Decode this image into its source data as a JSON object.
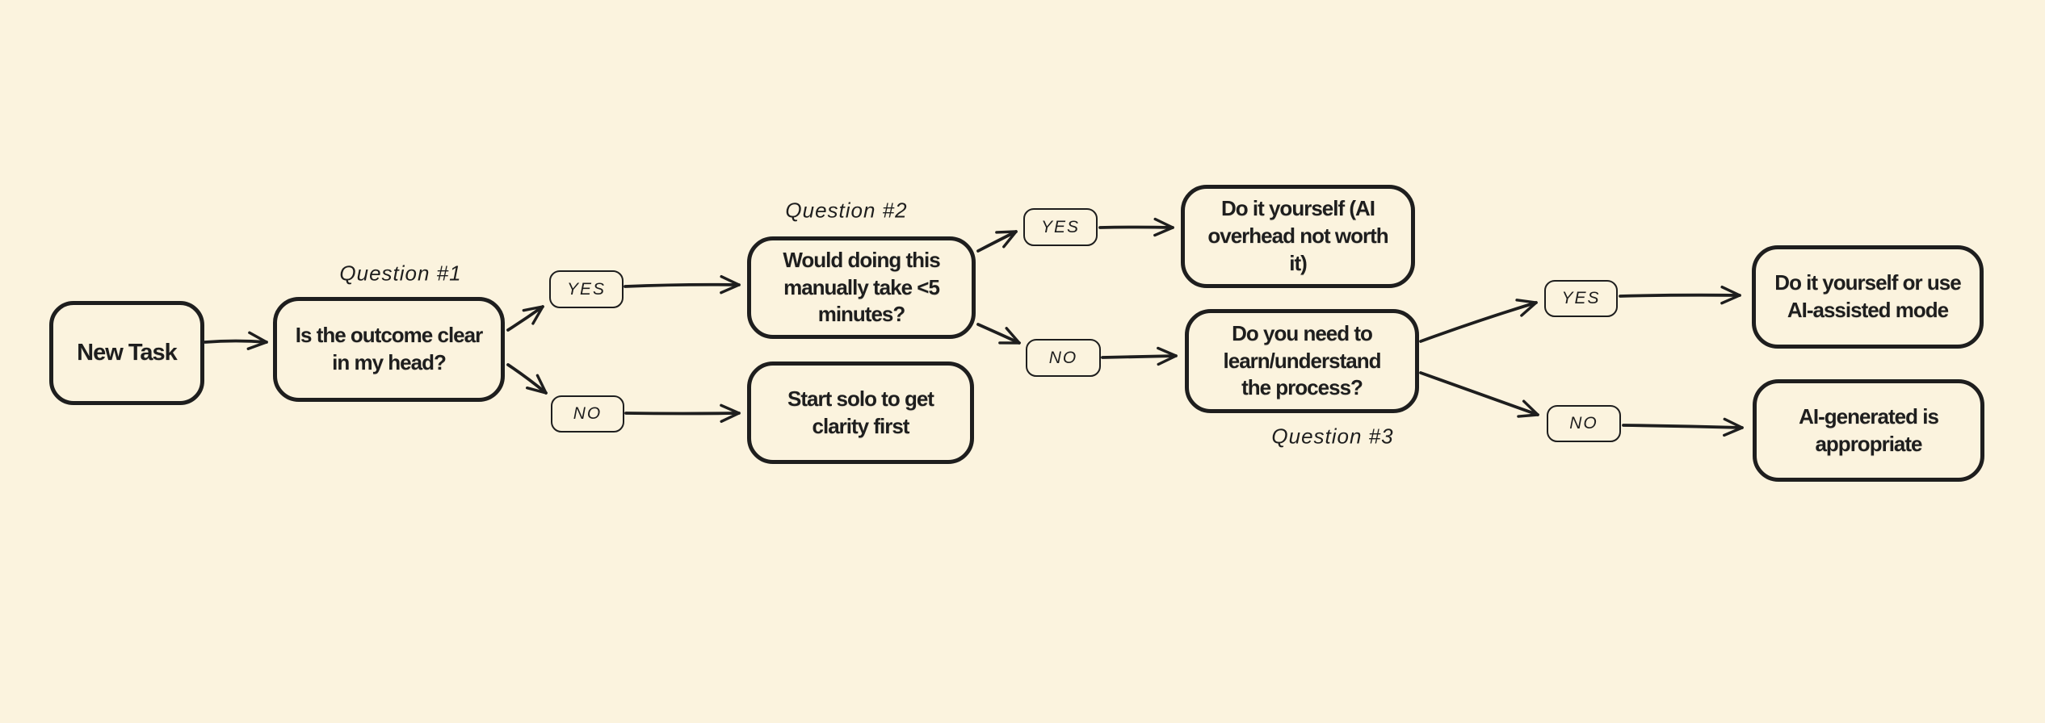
{
  "canvas": {
    "background_color": "#FBF3DE",
    "ink_color": "#1e1e1e",
    "type": "hand-drawn flowchart"
  },
  "nodes": {
    "new_task": {
      "label": "New Task"
    },
    "question1_box": {
      "label": "Is the outcome clear\nin my head?"
    },
    "question2_box": {
      "label": "Would doing this\nmanually take <5\nminutes?"
    },
    "start_solo": {
      "label": "Start solo to get\nclarity first"
    },
    "diy_overhead": {
      "label": "Do it yourself (AI\noverhead not worth\nit)"
    },
    "question3_box": {
      "label": "Do you need to\nlearn/understand\nthe process?"
    },
    "diy_assisted": {
      "label": "Do it yourself or use\nAI-assisted mode"
    },
    "ai_generated": {
      "label": "AI-generated is\nappropriate"
    }
  },
  "annotations": {
    "question1": "Question #1",
    "question2": "Question #2",
    "question3": "Question #3"
  },
  "edge_labels": {
    "yes1": "YES",
    "no1": "NO",
    "yes2": "YES",
    "no2": "NO",
    "yes3": "YES",
    "no3": "NO"
  }
}
